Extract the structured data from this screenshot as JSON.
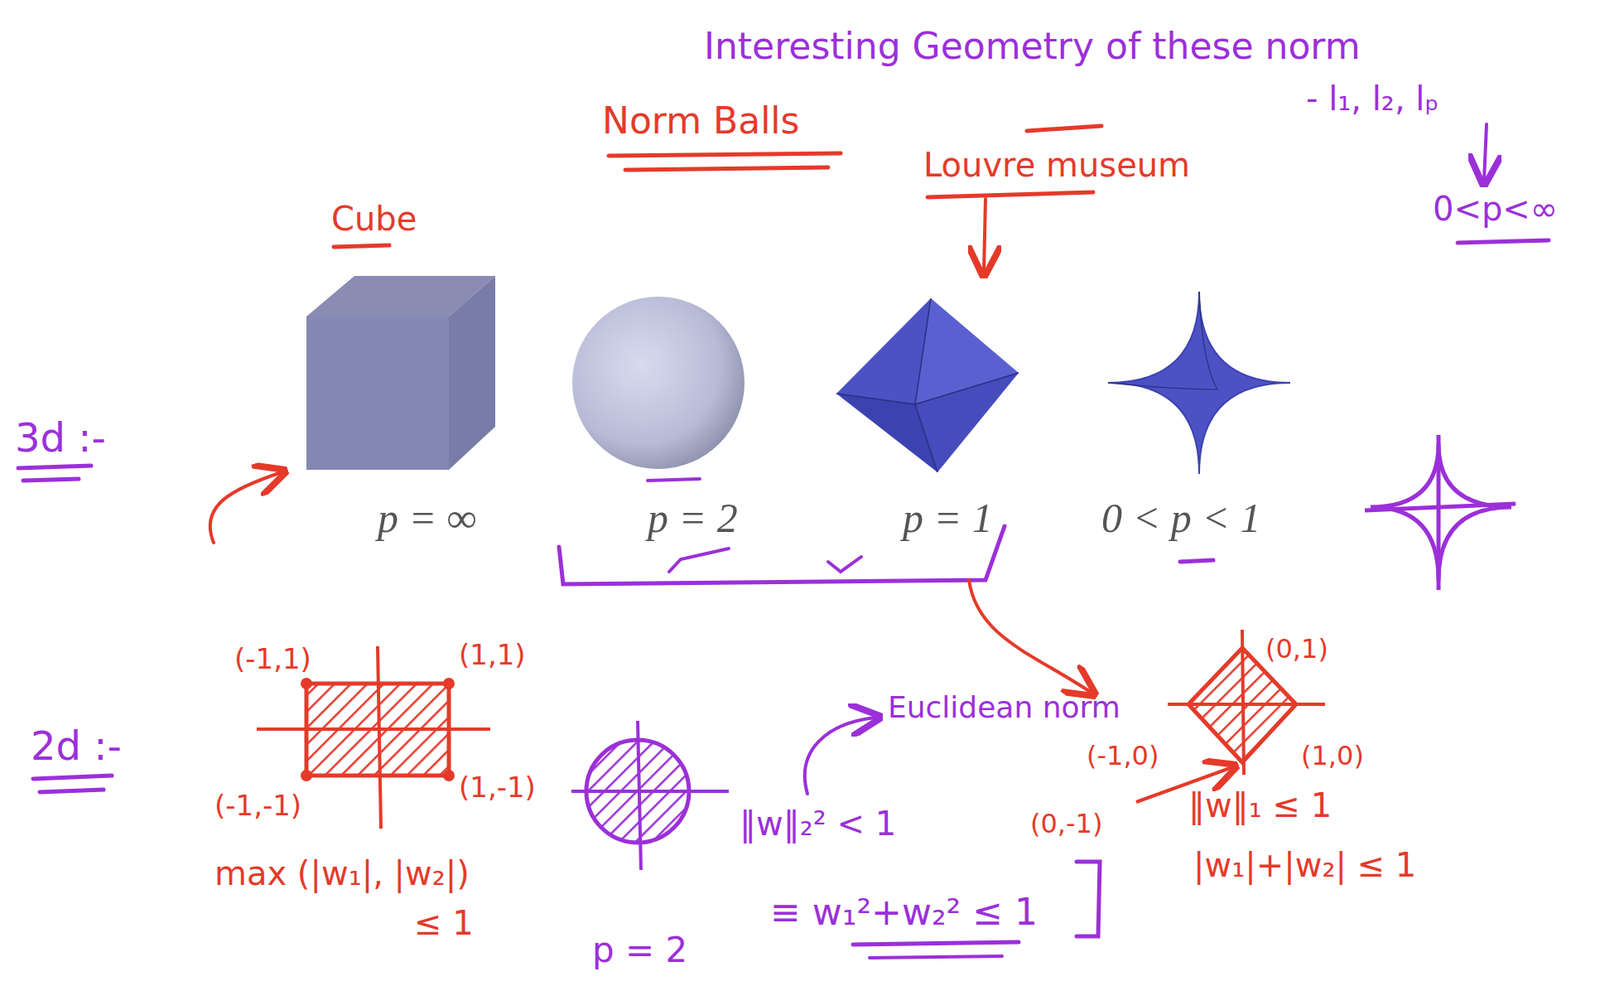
{
  "diagram": {
    "labels": [
      "Interesting Geometry of these norm",
      "- l₁, l₂, lₚ",
      "0<p<∞",
      "Norm Balls",
      "Louvre museum",
      "Cube",
      "3d :-",
      "p = ∞",
      "p = 2",
      "p = 1",
      "0 < p < 1",
      "2d :-",
      "(-1,1)",
      "(1,1)",
      "(-1,-1)",
      "(1,-1)",
      "max (|w₁|, |w₂|)",
      "≤ 1",
      "Euclidean norm",
      "‖w‖₂² < 1",
      "p = 2",
      "≡ w₁²+w₂² ≤ 1",
      "(0,1)",
      "(-1,0)",
      "(1,0)",
      "(0,-1)",
      "‖w‖₁ ≤ 1",
      "|w₁|+|w₂| ≤ 1"
    ]
  }
}
